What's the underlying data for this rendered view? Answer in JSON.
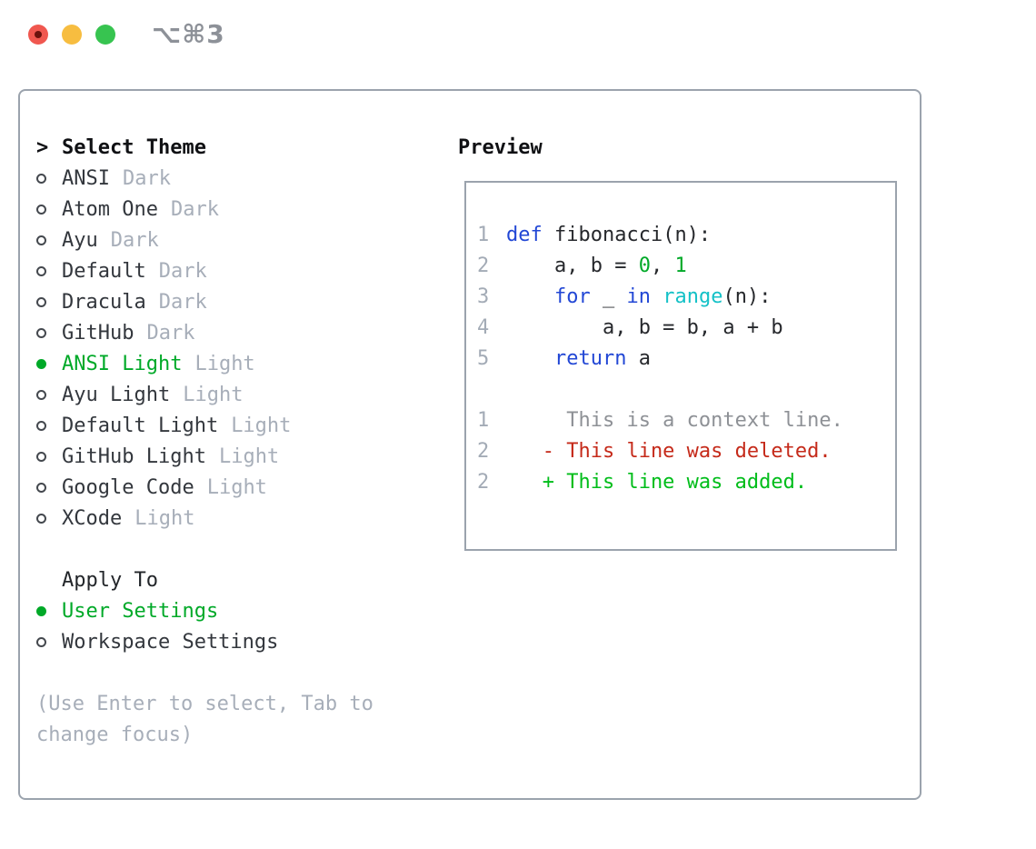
{
  "colors": {
    "green": "#00a928",
    "green_bright": "#00bd1a",
    "red": "#c52a1a",
    "blue": "#2247d5",
    "cyan": "#14c1c7",
    "dark": "#33373d",
    "code_dark": "#26282c",
    "muted": "#a7aeb9",
    "linenum": "#a3abb6",
    "context": "#8e9196",
    "border": "#9ba3ad",
    "title_gray": "#8d9198",
    "traffic_red": "#f0574f",
    "traffic_red_dot": "#6b120d",
    "traffic_yellow": "#f7bd40",
    "traffic_green": "#37c450"
  },
  "titlebar": {
    "shortcut": "⌥⌘3"
  },
  "theme_picker": {
    "title_prefix": ">",
    "title": "Select Theme",
    "items": [
      {
        "name": "ANSI",
        "tag": "Dark",
        "selected": false
      },
      {
        "name": "Atom One",
        "tag": "Dark",
        "selected": false
      },
      {
        "name": "Ayu",
        "tag": "Dark",
        "selected": false
      },
      {
        "name": "Default",
        "tag": "Dark",
        "selected": false
      },
      {
        "name": "Dracula",
        "tag": "Dark",
        "selected": false
      },
      {
        "name": "GitHub",
        "tag": "Dark",
        "selected": false
      },
      {
        "name": "ANSI Light",
        "tag": "Light",
        "selected": true
      },
      {
        "name": "Ayu Light",
        "tag": "Light",
        "selected": false
      },
      {
        "name": "Default Light",
        "tag": "Light",
        "selected": false
      },
      {
        "name": "GitHub Light",
        "tag": "Light",
        "selected": false
      },
      {
        "name": "Google Code",
        "tag": "Light",
        "selected": false
      },
      {
        "name": "XCode",
        "tag": "Light",
        "selected": false
      }
    ],
    "apply_to": {
      "title": "Apply To",
      "options": [
        {
          "label": "User Settings",
          "selected": true
        },
        {
          "label": "Workspace Settings",
          "selected": false
        }
      ]
    },
    "help_line1": "(Use Enter to select, Tab to",
    "help_line2": "change focus)"
  },
  "preview": {
    "title": "Preview",
    "code": [
      {
        "num": "1",
        "tokens": [
          {
            "t": "def",
            "c": "kw"
          },
          {
            "t": " fibonacci(n):",
            "c": "pl"
          }
        ]
      },
      {
        "num": "2",
        "tokens": [
          {
            "t": "    a, b = ",
            "c": "pl"
          },
          {
            "t": "0",
            "c": "lit"
          },
          {
            "t": ", ",
            "c": "pl"
          },
          {
            "t": "1",
            "c": "lit"
          }
        ]
      },
      {
        "num": "3",
        "tokens": [
          {
            "t": "    ",
            "c": "pl"
          },
          {
            "t": "for",
            "c": "kw"
          },
          {
            "t": " _ ",
            "c": "pl"
          },
          {
            "t": "in",
            "c": "kw"
          },
          {
            "t": " ",
            "c": "pl"
          },
          {
            "t": "range",
            "c": "fn"
          },
          {
            "t": "(n):",
            "c": "pl"
          }
        ]
      },
      {
        "num": "4",
        "tokens": [
          {
            "t": "        a, b = b, a + b",
            "c": "pl"
          }
        ]
      },
      {
        "num": "5",
        "tokens": [
          {
            "t": "    ",
            "c": "pl"
          },
          {
            "t": "return",
            "c": "kw"
          },
          {
            "t": " a",
            "c": "pl"
          }
        ]
      },
      {
        "num": "",
        "tokens": []
      },
      {
        "num": "1",
        "tokens": [
          {
            "t": "     This is a context line.",
            "c": "ctx"
          }
        ]
      },
      {
        "num": "2",
        "tokens": [
          {
            "t": "   - This line was deleted.",
            "c": "del"
          }
        ]
      },
      {
        "num": "2",
        "tokens": [
          {
            "t": "   + This line was added.",
            "c": "add"
          }
        ]
      }
    ]
  }
}
